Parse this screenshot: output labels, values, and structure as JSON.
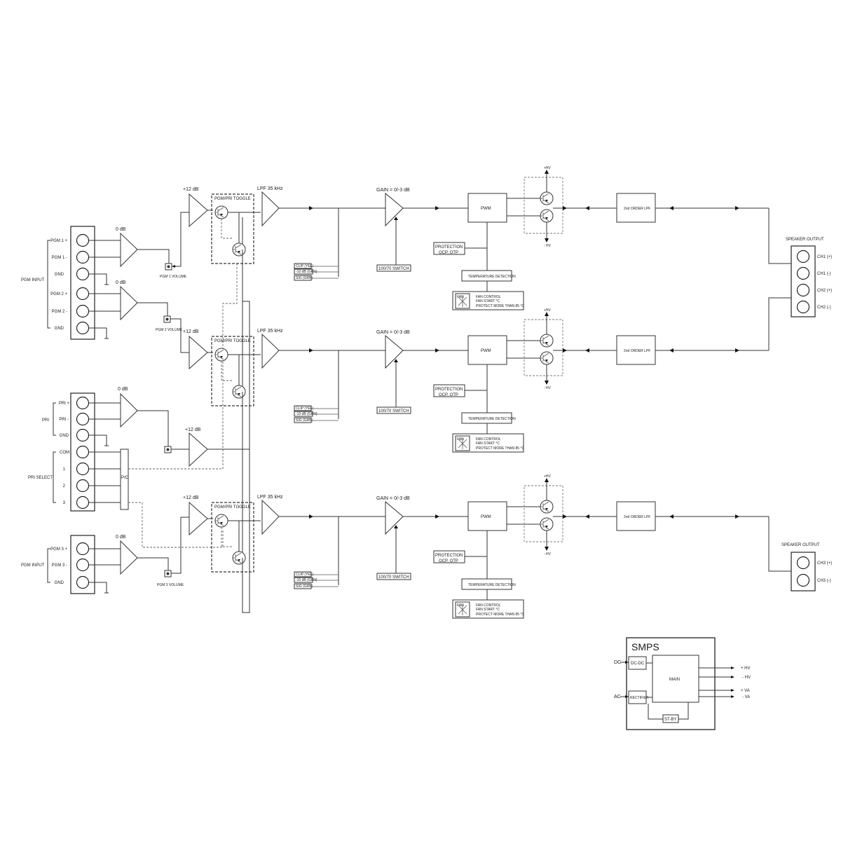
{
  "inputs": {
    "pgm12": {
      "title": "PGM INPUT",
      "pins": [
        "PGM 1 +",
        "PGM 1 -",
        "GND",
        "PGM 2 +",
        "PGM 2 -",
        "GND"
      ],
      "amp1_gain": "0 dB",
      "amp2_gain": "0 dB",
      "vol1_label": "PGM 1 VOLUME",
      "vol2_label": "PGM 2 VOLUME"
    },
    "pri": {
      "title": "PRI",
      "pins": [
        "PRI +",
        "PRI -",
        "GND"
      ],
      "amp_gain": "0 dB",
      "gain2": "+12 dB"
    },
    "pri_select": {
      "title": "PRI SELECT",
      "pins": [
        "COM",
        "1",
        "2",
        "3"
      ],
      "pc_label": "P/C"
    },
    "pgm3": {
      "title": "PGM INPUT",
      "pins": [
        "PGM 3 +",
        "PGM 3 -",
        "GND"
      ],
      "amp_gain": "0 dB",
      "vol_label": "PGM 3 VOLUME"
    }
  },
  "channels": [
    {
      "gain_stage": "+12 dB",
      "toggle_label": "PGM/PRI TOGGLE",
      "lpf_label": "LPF 35 kHz",
      "leds": [
        "CLIP (YEL)",
        "-10 dB (GRN)",
        "SIG (GRN)"
      ],
      "gain_label": "GAIN = 0/-3 dB",
      "switch_label": "100/70 SWITCH",
      "pwm_label": "PWM",
      "protection": [
        "PROTECTION",
        "OCP, OTP"
      ],
      "temp_label": "TEMPERATURE DETECTION",
      "fan": [
        "FAN CONTROL",
        "FAN START °C",
        "PROTECT MORE THAN 85 °C"
      ],
      "fan_icon_label": "FAN",
      "hv_pos": "+HV",
      "hv_neg": "- HV",
      "lpf2_label": "2nd ORDER LPF"
    },
    {
      "gain_stage": "+12 dB",
      "toggle_label": "PGM/PRI TOGGLE",
      "lpf_label": "LPF 35 kHz",
      "leds": [
        "CLIP (YEL)",
        "-10 dB (GRN)",
        "SIG (GRN)"
      ],
      "gain_label": "GAIN = 0/-3 dB",
      "switch_label": "100/70 SWITCH",
      "pwm_label": "PWM",
      "protection": [
        "PROTECTION",
        "OCP, OTP"
      ],
      "temp_label": "TEMPERATURE DETECTION",
      "fan": [
        "FAN CONTROL",
        "FAN START °C",
        "PROTECT MORE THAN 85 °C"
      ],
      "fan_icon_label": "FAN",
      "hv_pos": "+HV",
      "hv_neg": "- HV",
      "lpf2_label": "2nd ORDER LPF"
    },
    {
      "gain_stage": "+12 dB",
      "toggle_label": "PGM/PRI TOGGLE",
      "lpf_label": "LPF 35 kHz",
      "leds": [
        "CLIP (YEL)",
        "-10 dB (GRN)",
        "SIG (GRN)"
      ],
      "gain_label": "GAIN = 0/-3 dB",
      "switch_label": "100/70 SWITCH",
      "pwm_label": "PWM",
      "protection": [
        "PROTECTION",
        "OCP, OTP"
      ],
      "temp_label": "TEMPERATURE DETECTION",
      "fan": [
        "FAN CONTROL",
        "FAN START °C",
        "PROTECT MORE THAN 85 °C"
      ],
      "fan_icon_label": "FAN",
      "hv_pos": "+HV",
      "hv_neg": "- HV",
      "lpf2_label": "2nd ORDER LPF"
    }
  ],
  "outputs": {
    "out12": {
      "title": "SPEAKER OUTPUT",
      "pins": [
        "CH1 (+)",
        "CH1 (-)",
        "CH2 (+)",
        "CH2 (-)"
      ]
    },
    "out3": {
      "title": "SPEAKER OUTPUT",
      "pins": [
        "CH3 (+)",
        "CH3 (-)"
      ]
    }
  },
  "smps": {
    "title": "SMPS",
    "dc": "DC",
    "ac": "AC",
    "dcdc": "DC-DC",
    "rectifier": "RECTIFIER",
    "main": "MAIN",
    "standby": "ST-BY",
    "rails": [
      "+ HV",
      "- HV",
      "+ VA",
      "- VA"
    ]
  }
}
